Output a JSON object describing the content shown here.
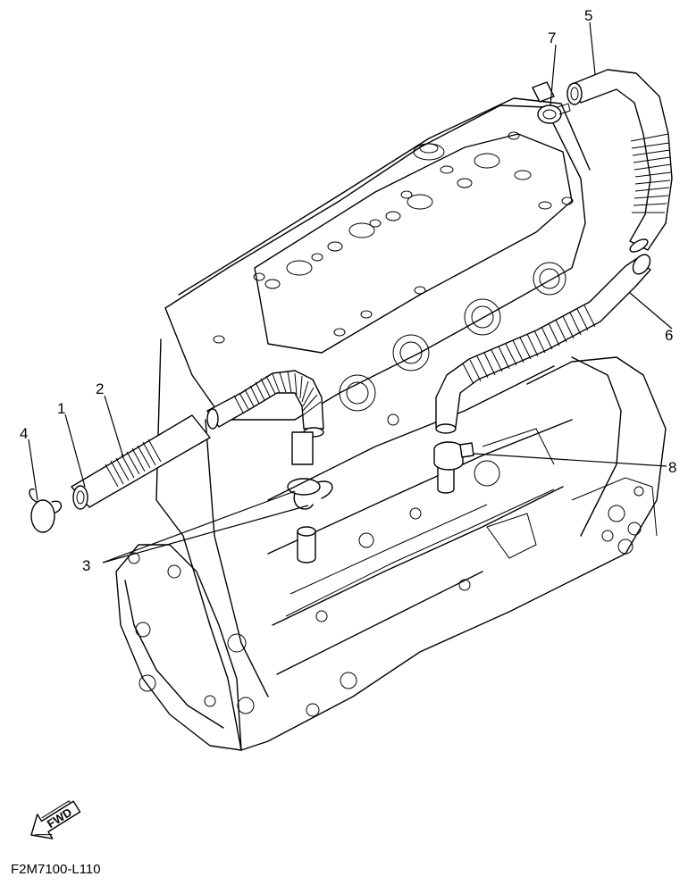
{
  "diagram_code": "F2M7100-L110",
  "fwd_label": "FWD",
  "callouts": {
    "c1": "1",
    "c2": "2",
    "c3": "3",
    "c4": "4",
    "c5": "5",
    "c6": "6",
    "c7": "7",
    "c8": "8"
  },
  "parts": {
    "p1": "hose",
    "p2": "hose",
    "p3": "clip",
    "p4": "clip",
    "p5": "hose",
    "p6": "hose",
    "p7": "clamp",
    "p8": "clamp"
  },
  "icons": {
    "fwd_arrow": "fwd-arrow-icon"
  }
}
